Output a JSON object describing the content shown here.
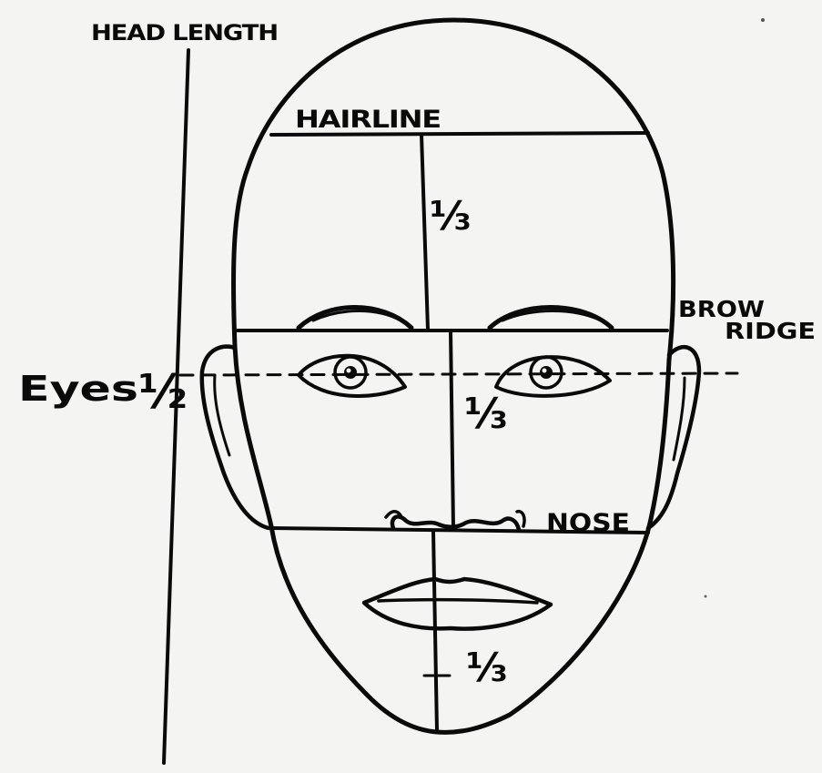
{
  "labels": {
    "head_length": "HEAD LENGTH",
    "hairline": "HAIRLINE",
    "brow_ridge_line1": "BROW",
    "brow_ridge_line2": "RIDGE",
    "eyes": "Eyes",
    "eyes_fraction": "½",
    "nose": "NOSE",
    "third_upper": "⅓",
    "third_middle": "⅓",
    "third_lower": "⅓"
  },
  "colors": {
    "ink": "#0a0a0a",
    "paper": "#f4f4f2"
  }
}
